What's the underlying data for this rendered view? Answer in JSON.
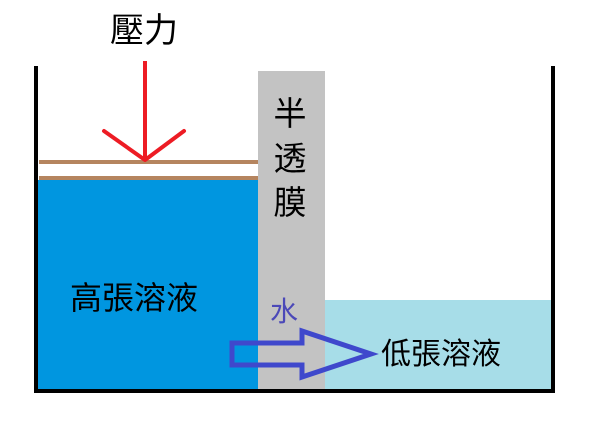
{
  "labels": {
    "pressure": "壓力",
    "membrane": [
      "半",
      "透",
      "膜"
    ],
    "water": "水",
    "high_solution": "高張溶液",
    "low_solution": "低張溶液"
  },
  "colors": {
    "container_wall": "#000000",
    "high_solution": "#0096e0",
    "low_solution": "#a7dde8",
    "membrane": "#c3c3c3",
    "piston": "#b5855f",
    "pressure_arrow": "#ed1c24",
    "water_arrow": "#3f48cc",
    "water_text": "#4b48b8"
  }
}
